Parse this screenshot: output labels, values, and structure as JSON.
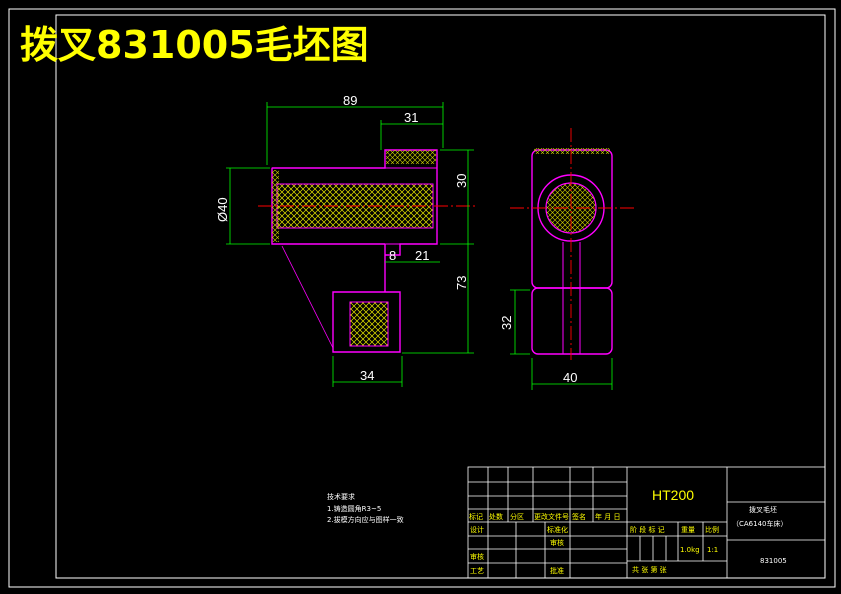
{
  "title": "拨叉831005毛坯图",
  "dimensions": {
    "d89": "89",
    "d31": "31",
    "d30": "30",
    "d40dia": "Ø40",
    "d8": "8",
    "d21": "21",
    "d73": "73",
    "d34": "34",
    "d32": "32",
    "d40": "40"
  },
  "tech_notes": {
    "heading": "技术要求",
    "line1": "1.铸造圆角R3~5",
    "line2": "2.拔模方向应与图样一致"
  },
  "title_block": {
    "material": "HT200",
    "part_name": "拨叉毛坯",
    "machine": "（CA6140车床）",
    "drawing_no": "831005",
    "row_labels": [
      "标记",
      "处数",
      "分区",
      "更改文件号",
      "签名",
      "年 月 日"
    ],
    "designer": "设计",
    "standardize": "标准化",
    "review": "审核",
    "process": "工艺",
    "approve": "批准",
    "check": "审核",
    "stage_marks": "阶 段 标 记",
    "weight": "重量",
    "scale": "比例",
    "weight_val": "1.0kg",
    "scale_val": "1:1",
    "sheets": "共   张   第   张"
  },
  "colors": {
    "background": "#000000",
    "border": "#ffffff",
    "title": "#ffff00",
    "dimension": "#00ff00",
    "outline": "#ff00ff",
    "hatch": "#ffff00",
    "center": "#ff0000"
  }
}
